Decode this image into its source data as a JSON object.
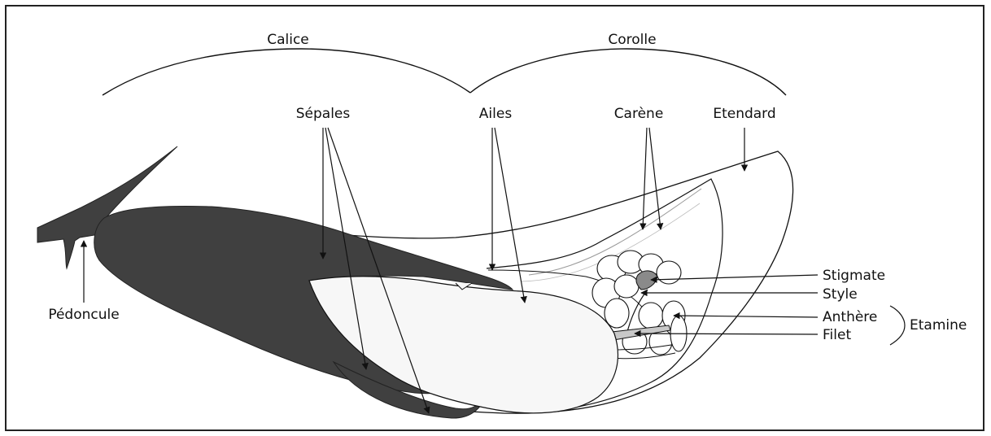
{
  "labels": {
    "calice": "Calice",
    "corolle": "Corolle",
    "sepales": "Sépales",
    "ailes": "Ailes",
    "carene": "Carène",
    "etendard": "Etendard",
    "stigmate": "Stigmate",
    "style": "Style",
    "anthere": "Anthère",
    "filet": "Filet",
    "etamine": "Etamine",
    "pedoncule": "Pédoncule"
  },
  "colors": {
    "sepal": "#404040",
    "wing": "#f7f7f7",
    "petal_outline": "#111111",
    "stigma": "#8a8a8a",
    "filament": "#c8c8c8"
  }
}
